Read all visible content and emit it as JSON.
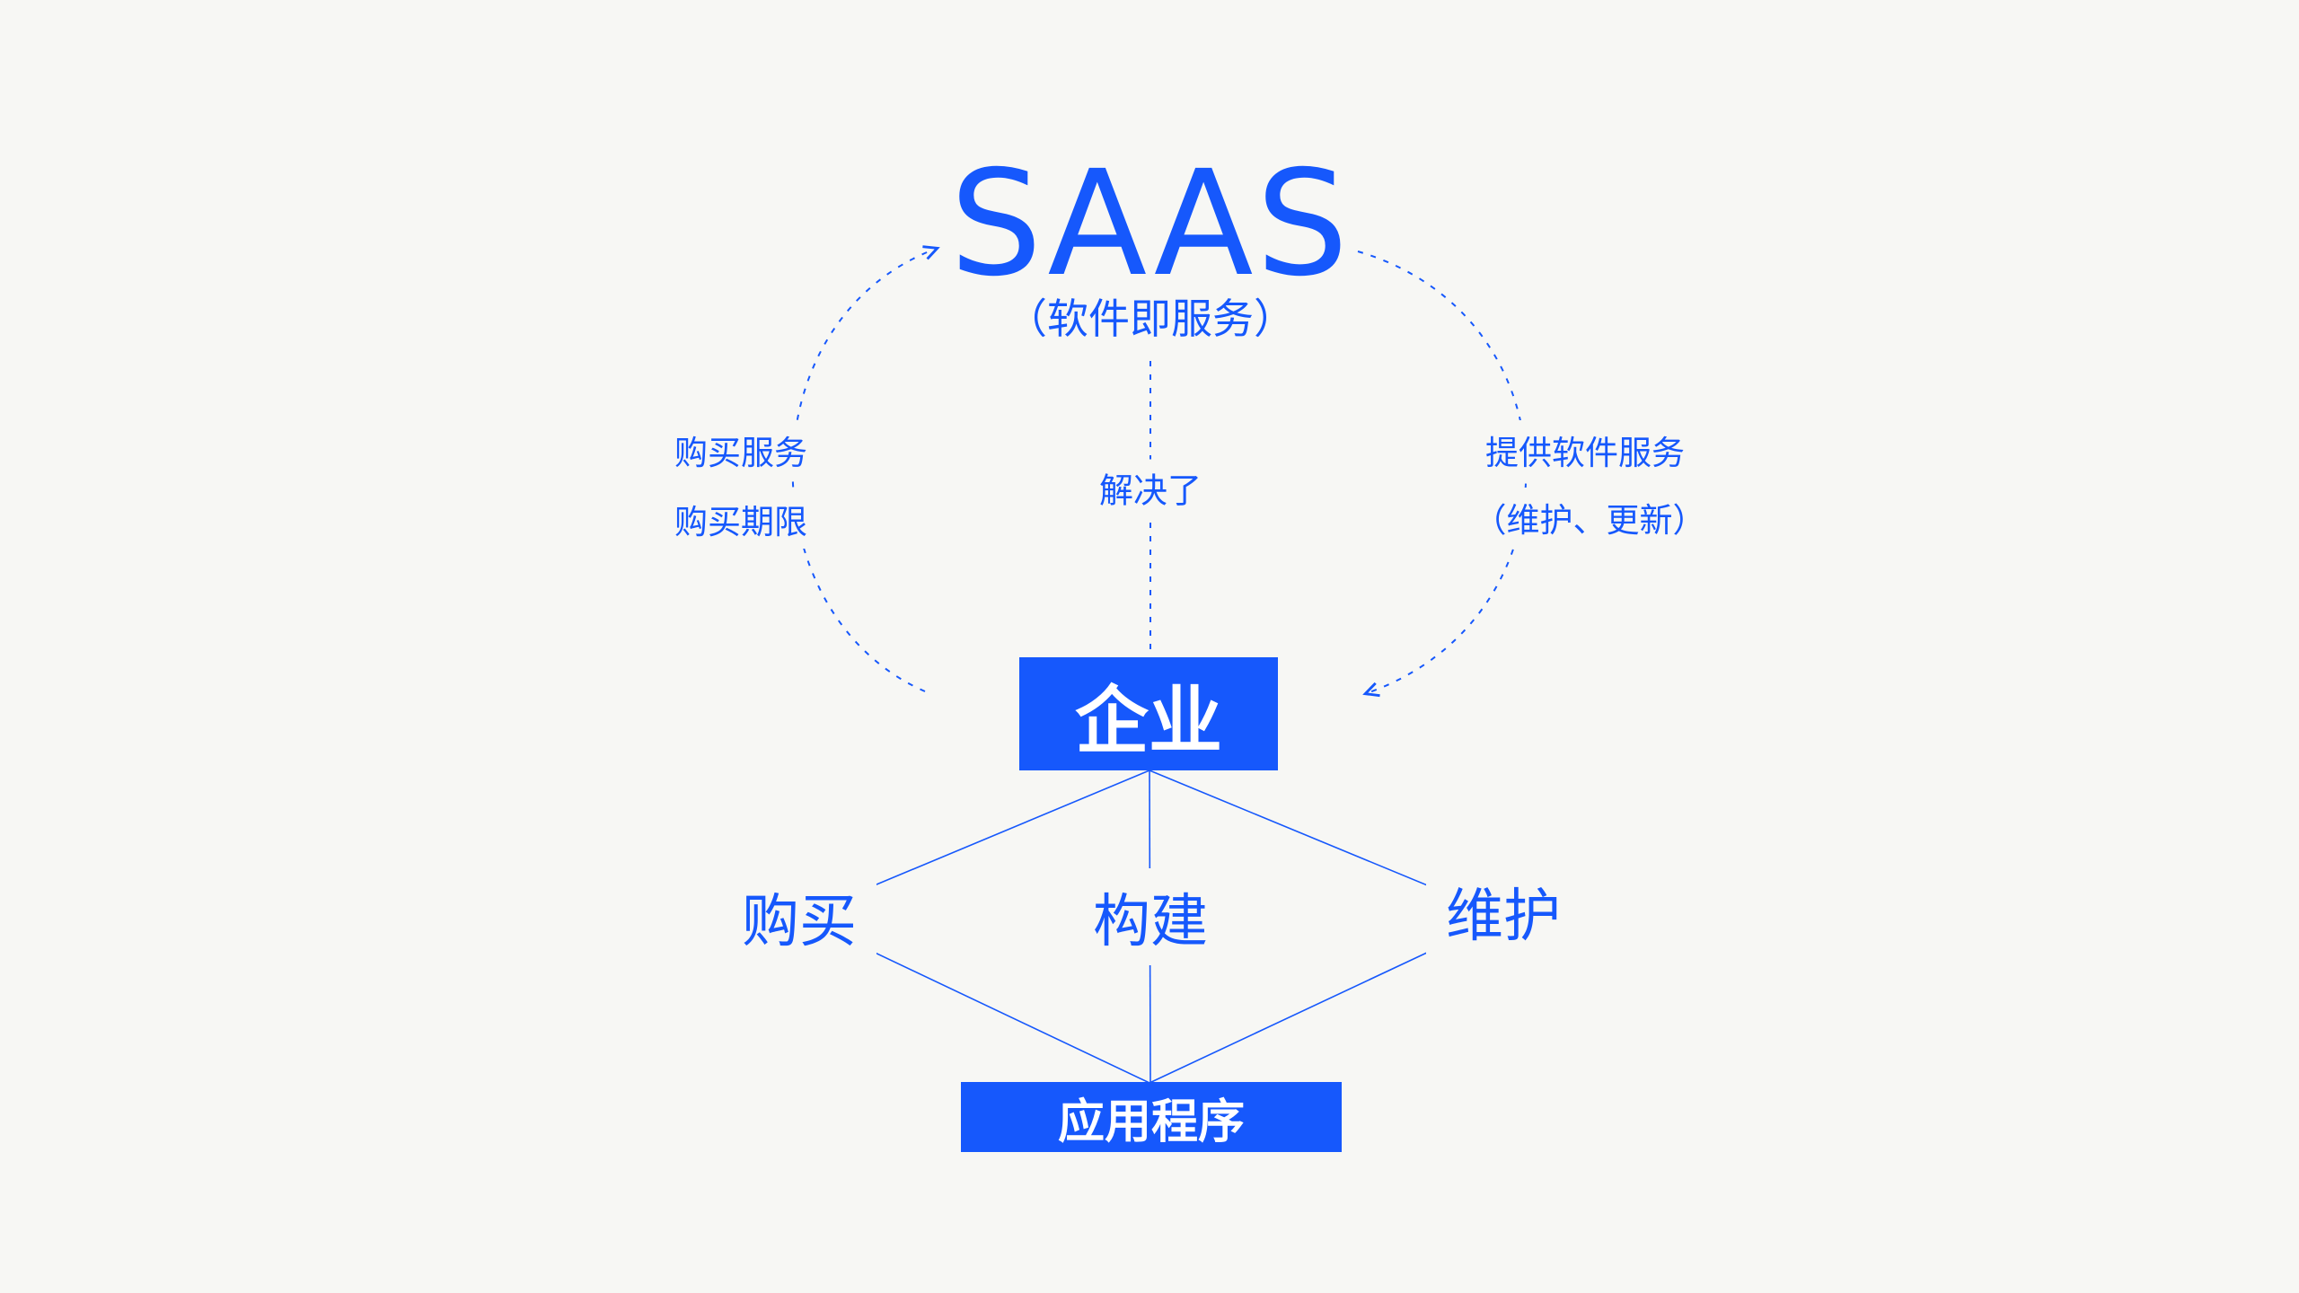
{
  "colors": {
    "accent": "#1658fc",
    "background": "#f7f7f4",
    "box_text": "#ffffff"
  },
  "diagram": {
    "title": "SAAS",
    "subtitle": "（软件即服务）",
    "center_link_label": "解决了",
    "left_labels": {
      "line1": "购买服务",
      "line2": "购买期限"
    },
    "right_labels": {
      "line1": "提供软件服务",
      "line2": "（维护、更新）"
    },
    "enterprise_box_label": "企业",
    "middle_nodes": {
      "left": "购买",
      "center": "构建",
      "right": "维护"
    },
    "app_box_label": "应用程序"
  }
}
